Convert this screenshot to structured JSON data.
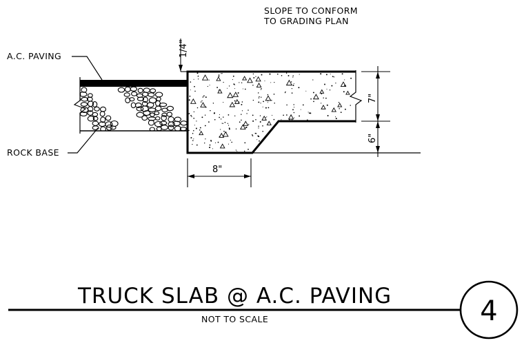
{
  "annotations": {
    "slope_note_line1": "SLOPE TO CONFORM",
    "slope_note_line2": "TO GRADING PLAN",
    "ac_paving": "A.C. PAVING",
    "rock_base": "ROCK BASE"
  },
  "dimensions": {
    "paving_thickness": "1/4\"",
    "slab_thickness": "7\"",
    "thickened_edge_depth": "6\"",
    "thickened_edge_width": "8\""
  },
  "title_block": {
    "title": "TRUCK SLAB @ A.C. PAVING",
    "scale_note": "NOT TO SCALE",
    "detail_number": "4"
  }
}
